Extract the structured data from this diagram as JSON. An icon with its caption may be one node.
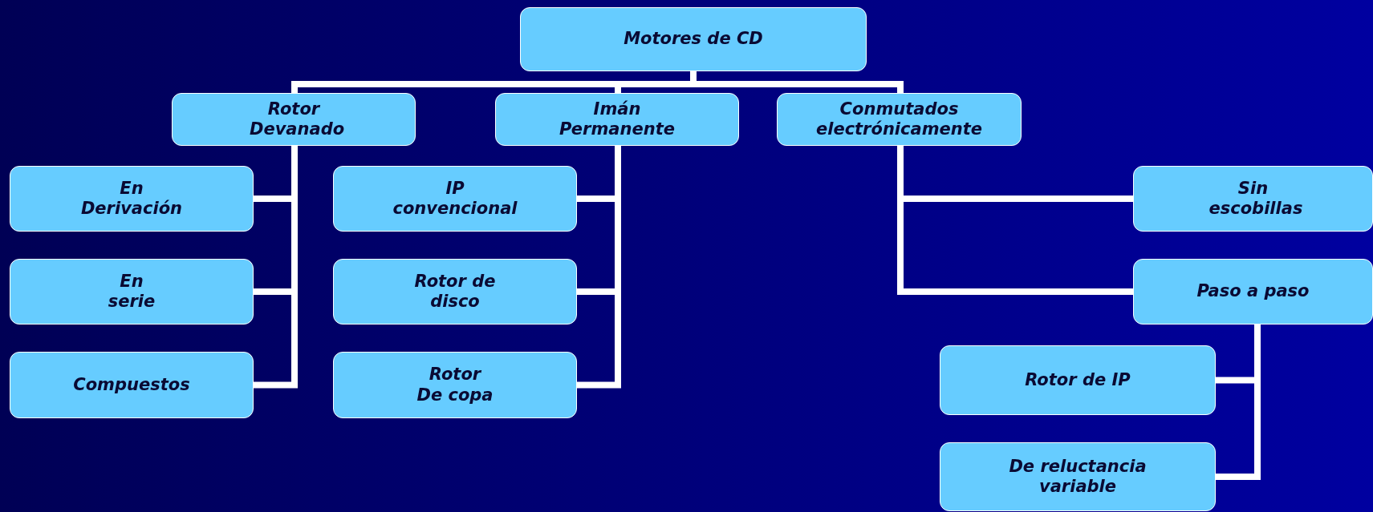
{
  "diagram": {
    "nodes": [
      {
        "text": [
          "Motores de CD"
        ]
      },
      {
        "text": [
          "Rotor Devanado"
        ]
      },
      {
        "text": [
          "Imán Permanente"
        ]
      },
      {
        "text": [
          "Conmutados electrónicamente"
        ]
      },
      {
        "text": [
          "En Derivación"
        ]
      },
      {
        "text": [
          "En serie"
        ]
      },
      {
        "text": [
          "Compuestos"
        ]
      },
      {
        "text": [
          "IP convencional"
        ]
      },
      {
        "text": [
          "Rotor de disco"
        ]
      },
      {
        "text": [
          "Rotor De copa"
        ]
      },
      {
        "text": [
          "Sin escobillas"
        ]
      },
      {
        "text": [
          "Paso a paso"
        ]
      },
      {
        "text": [
          "Rotor de IP"
        ]
      },
      {
        "text": [
          "De reluctancia variable"
        ]
      }
    ],
    "edges": [
      {
        "from": 0,
        "to": 1,
        "arrow": "none"
      },
      {
        "from": 0,
        "to": 2,
        "arrow": "none"
      },
      {
        "from": 0,
        "to": 3,
        "arrow": "none"
      },
      {
        "from": 1,
        "to": 4,
        "arrow": "none"
      },
      {
        "from": 1,
        "to": 5,
        "arrow": "none"
      },
      {
        "from": 1,
        "to": 6,
        "arrow": "none"
      },
      {
        "from": 2,
        "to": 7,
        "arrow": "none"
      },
      {
        "from": 2,
        "to": 8,
        "arrow": "none"
      },
      {
        "from": 2,
        "to": 9,
        "arrow": "none"
      },
      {
        "from": 3,
        "to": 10,
        "arrow": "none"
      },
      {
        "from": 3,
        "to": 11,
        "arrow": "none"
      },
      {
        "from": 11,
        "to": 12,
        "arrow": "none"
      },
      {
        "from": 11,
        "to": 13,
        "arrow": "none"
      }
    ]
  }
}
